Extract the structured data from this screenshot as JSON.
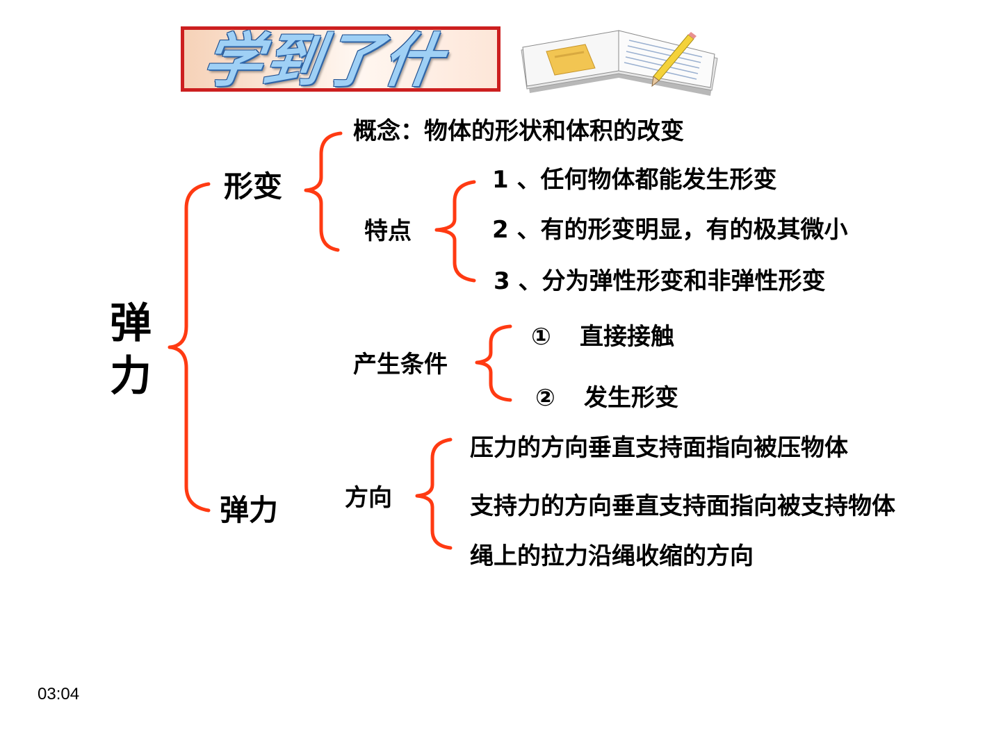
{
  "title": "学到了什么",
  "root": {
    "line1": "弹",
    "line2": "力"
  },
  "deformation": {
    "label": "形变",
    "concept": "概念：物体的形状和体积的改变",
    "features_label": "特点",
    "features": [
      "1 、任何物体都能发生形变",
      "2 、有的形变明显，有的极其微小",
      "3 、分为弹性形变和非弹性形变"
    ]
  },
  "elastic_force": {
    "label": "弹力",
    "conditions_label": "产生条件",
    "conditions": [
      {
        "marker": "①",
        "text": "直接接触"
      },
      {
        "marker": "②",
        "text": "发生形变"
      }
    ],
    "direction_label": "方向",
    "directions": [
      "压力的方向垂直支持面指向被压物体",
      "支持力的方向垂直支持面指向被支持物体",
      "绳上的拉力沿绳收缩的方向"
    ]
  },
  "timestamp": "03:04",
  "colors": {
    "brace": "#ff3a12",
    "title_border": "#cc1f1f",
    "title_text": "#9fd0f5"
  },
  "icons": [
    "open-book-icon"
  ]
}
